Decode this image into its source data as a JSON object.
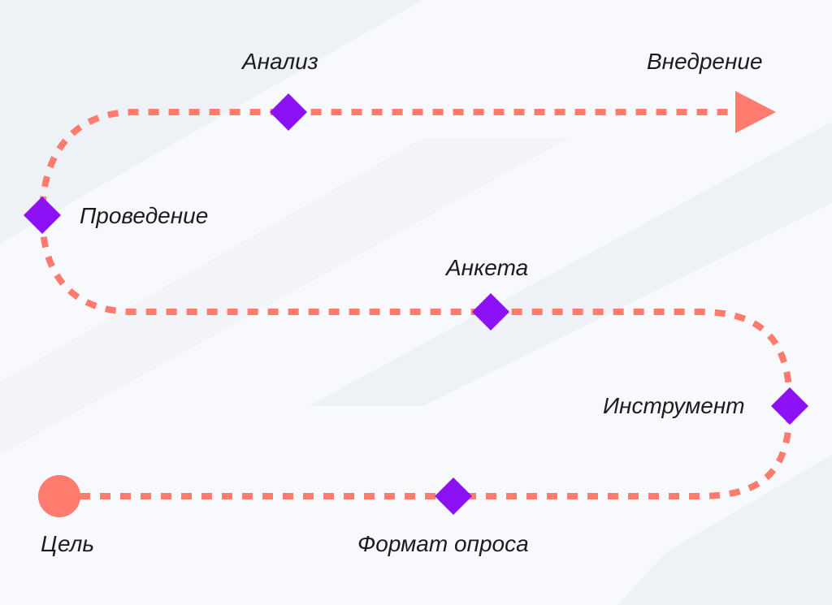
{
  "colors": {
    "path": "#ff7b6e",
    "milestone": "#8c12f5",
    "background": "#f7f9fc",
    "band": "#eef1f5"
  },
  "start": {
    "label": "Цель",
    "icon": "circle-start"
  },
  "end": {
    "label": "Внедрение",
    "icon": "arrow-end"
  },
  "milestones": [
    {
      "label": "Формат опроса"
    },
    {
      "label": "Инструмент"
    },
    {
      "label": "Анкета"
    },
    {
      "label": "Проведение"
    },
    {
      "label": "Анализ"
    }
  ]
}
